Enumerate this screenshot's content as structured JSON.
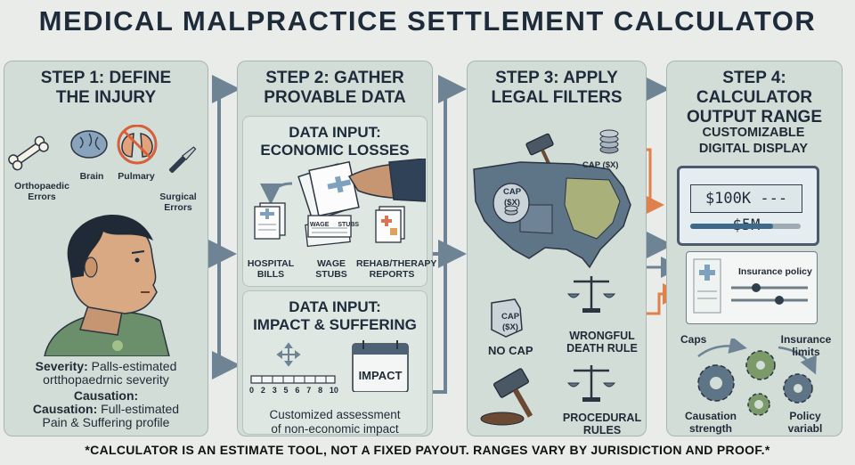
{
  "title": "MEDICAL MALPRACTICE SETTLEMENT CALCULATOR",
  "step1": {
    "heading_line1": "STEP 1: DEFINE",
    "heading_line2": "THE INJURY",
    "icons": {
      "orthopaedic": "Orthopaedic Errors",
      "brain": "Brain",
      "pulmonary": "Pulmary",
      "surgical": "Surgical Errors"
    },
    "severity_label": "Severity:",
    "severity_text": "Palls-estimated",
    "severity_text2": "ortthopaedrnic severity",
    "causation_label": "Causation:",
    "causation_label2": "Causation:",
    "causation_text": "Full-estimated",
    "causation_text2": "Pain & Suffering profile"
  },
  "step2": {
    "heading_line1": "STEP 2: GATHER",
    "heading_line2": "PROVABLE DATA",
    "economic_head_line1": "DATA INPUT:",
    "economic_head_line2": "ECONOMIC LOSSES",
    "docs": {
      "hospital_line1": "HOSPITAL",
      "hospital_line2": "BILLS",
      "wage_line1": "WAGE",
      "wage_line2": "STUBS",
      "rehab_line1": "REHAB/THERAPY",
      "rehab_line2": "REPORTS",
      "wage_tag": "WAGE",
      "stubs_tag": "STUBS"
    },
    "impact_head_line1": "DATA INPUT:",
    "impact_head_line2": "IMPACT & SUFFERING",
    "scale_ticks": [
      "0",
      "2",
      "3",
      "5",
      "6",
      "7",
      "8",
      "10"
    ],
    "impact_card": "IMPACT",
    "assessment_line1": "Customized assessment",
    "assessment_line2": "of non-economic impact"
  },
  "step3": {
    "heading_line1": "STEP 3: APPLY",
    "heading_line2": "LEGAL FILTERS",
    "cap_top": "CAP ($X)",
    "cap_map_line1": "CAP",
    "cap_map_line2": "($X)",
    "cap_small_line1": "CAP",
    "cap_small_line2": "($X)",
    "no_cap": "NO CAP",
    "wrongful_line1": "WRONGFUL",
    "wrongful_line2": "DEATH RULE",
    "procedural_line1": "PROCEDURAL",
    "procedural_line2": "RULES"
  },
  "step4": {
    "heading_line1": "STEP 4: CALCULATOR",
    "heading_line2": "OUTPUT RANGE",
    "display_line1": "CUSTOMIZABLE",
    "display_line2": "DIGITAL DISPLAY",
    "range": "$100K --- $5M",
    "range_fill_fraction": 0.75,
    "insurance_policy": "Insurance policy",
    "caps": "Caps",
    "insurance_limits_line1": "Insurance",
    "insurance_limits_line2": "limits",
    "causation_strength_line1": "Causation",
    "causation_strength_line2": "strength",
    "policy_variable_line1": "Policy",
    "policy_variable_line2": "variabl"
  },
  "footnote": "*CALCULATOR IS AN ESTIMATE TOOL, NOT A FIXED PAYOUT. RANGES VARY BY JURISDICTION AND PROOF.*",
  "colors": {
    "panel": "#d3ddd8",
    "arrow_gray": "#7a8c9a",
    "arrow_orange": "#e0804a",
    "navy": "#1e2b3a"
  }
}
